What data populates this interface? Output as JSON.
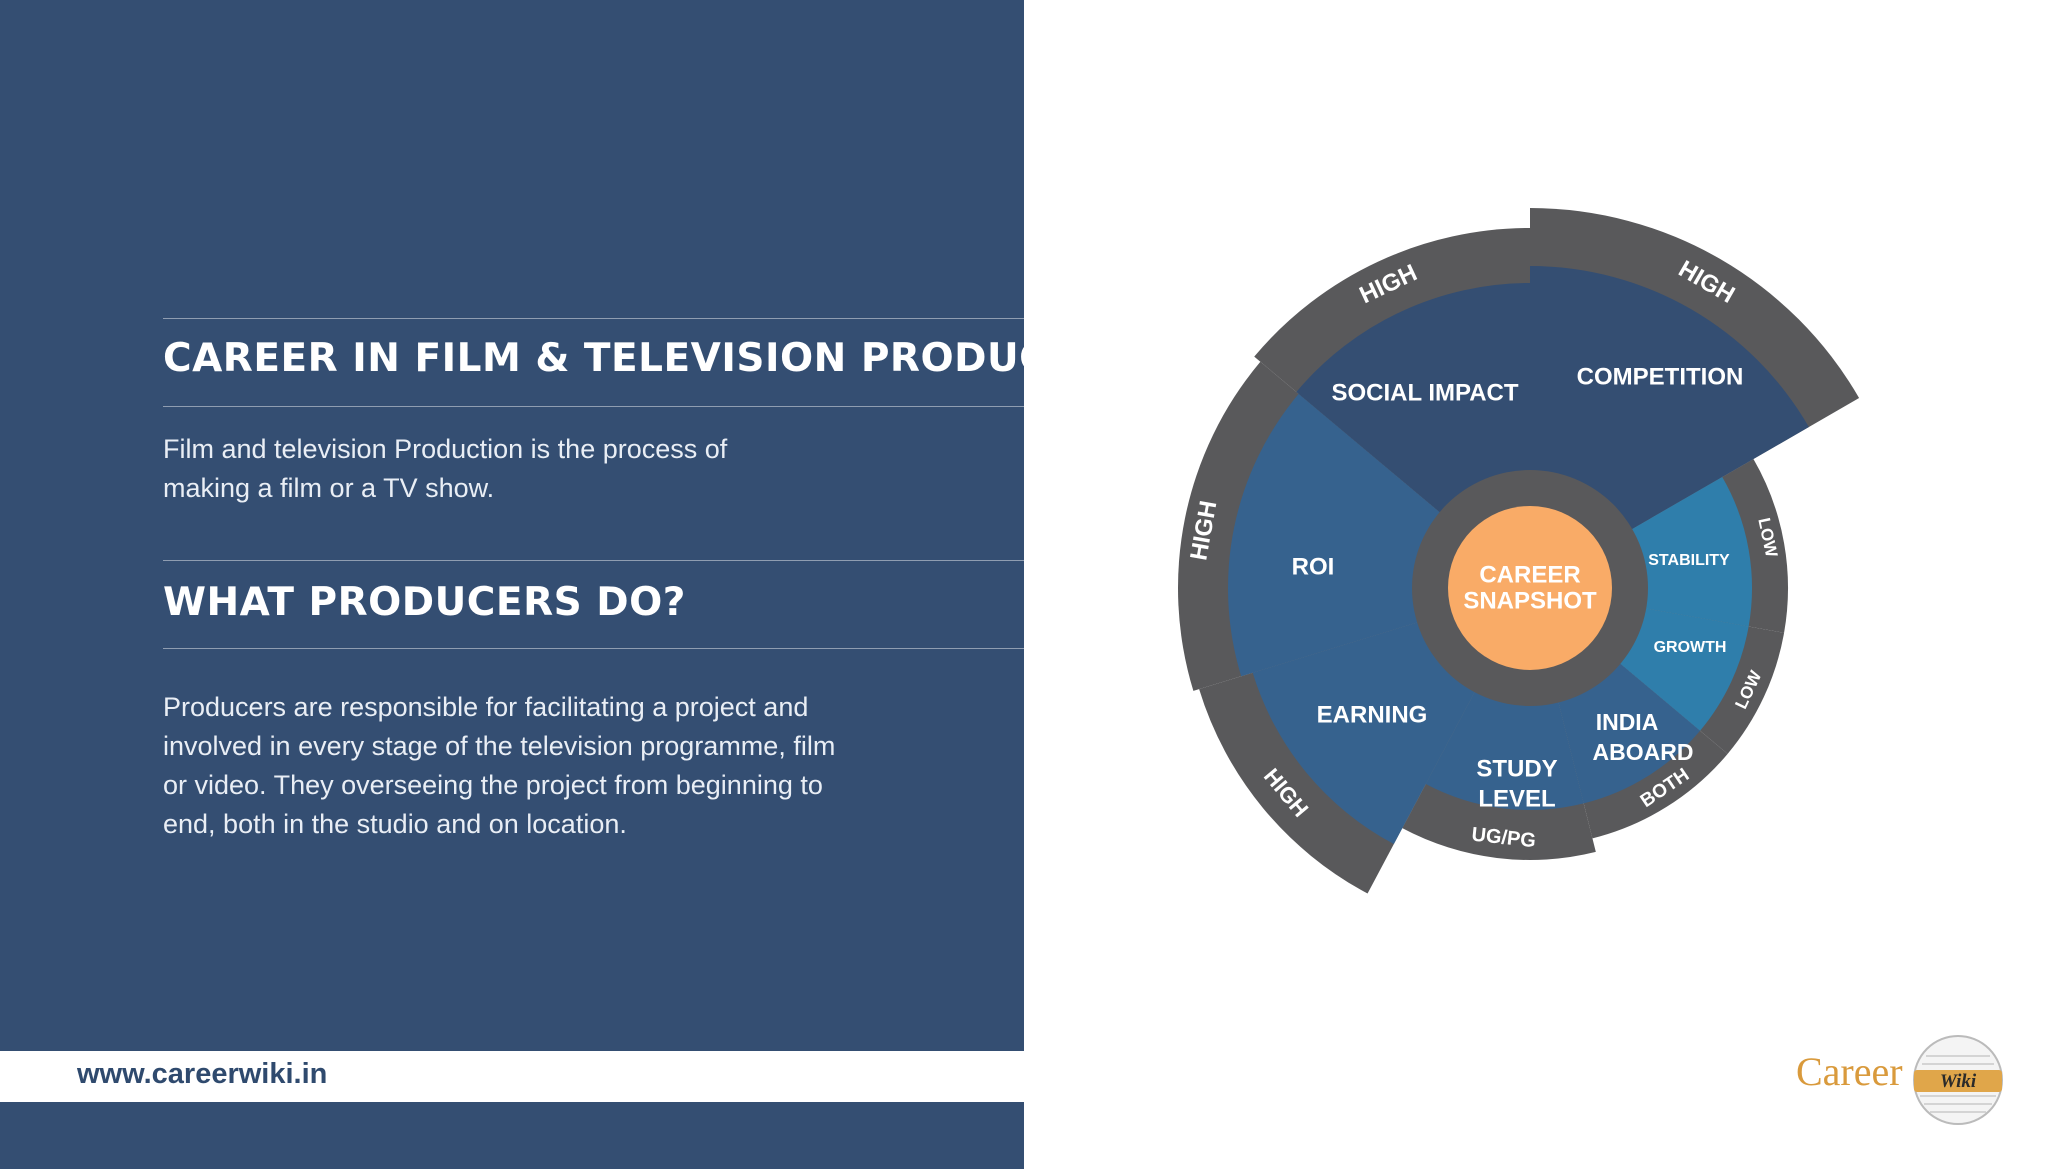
{
  "left": {
    "title": "CAREER IN FILM & TELEVISION PRODUCTION",
    "intro": "Film and television Production is the process of making a film or a TV show.",
    "section_heading": "WHAT PRODUCERS DO?",
    "description": "Producers are responsible for facilitating a project and involved in every stage of the television programme, film or video. They overseeing the project from beginning to end, both in the studio and on location."
  },
  "footer": {
    "url": "www.careerwiki.in",
    "logo_text": "Career",
    "logo_badge_text": "Wiki"
  },
  "diagram": {
    "center_line1": "CAREER",
    "center_line2": "SNAPSHOT",
    "segments": {
      "competition": {
        "label": "COMPETITION",
        "rating": "HIGH"
      },
      "stability": {
        "label": "STABILITY",
        "rating": "LOW"
      },
      "growth": {
        "label": "GROWTH",
        "rating": "LOW"
      },
      "india_aboard_line1": "INDIA",
      "india_aboard_line2": "ABOARD",
      "india_aboard_rating": "BOTH",
      "study_level_line1": "STUDY",
      "study_level_line2": "LEVEL",
      "study_level_rating": "UG/PG",
      "earning": {
        "label": "EARNING",
        "rating": "HIGH"
      },
      "roi": {
        "label": "ROI",
        "rating": "HIGH"
      },
      "social_impact": {
        "label": "SOCIAL IMPACT",
        "rating": "HIGH"
      }
    },
    "colors": {
      "navy": "#344e72",
      "mid_blue": "#36628e",
      "light_blue": "#2f7eab",
      "ring_gray": "#59595b",
      "center_orange": "#f9ab67"
    }
  }
}
